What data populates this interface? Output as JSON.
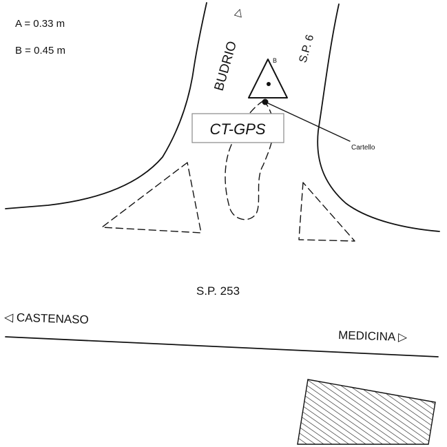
{
  "legend": {
    "a_value": "A = 0.33 m",
    "b_value": "B = 0.45 m"
  },
  "roads": {
    "budrio_label": "BUDRIO",
    "budrio_arrow": "▷",
    "sp6_label": "S.P. 6",
    "sp253_label": "S.P. 253",
    "castenaso_label": "◁ CASTENASO",
    "medicina_label": "MEDICINA ▷"
  },
  "sign": {
    "corner_letter": "B",
    "callout_label": "Cartello"
  },
  "station": {
    "label": "CT-GPS"
  },
  "colors": {
    "ink": "#111111",
    "background": "#ffffff",
    "box_border": "#888888"
  }
}
